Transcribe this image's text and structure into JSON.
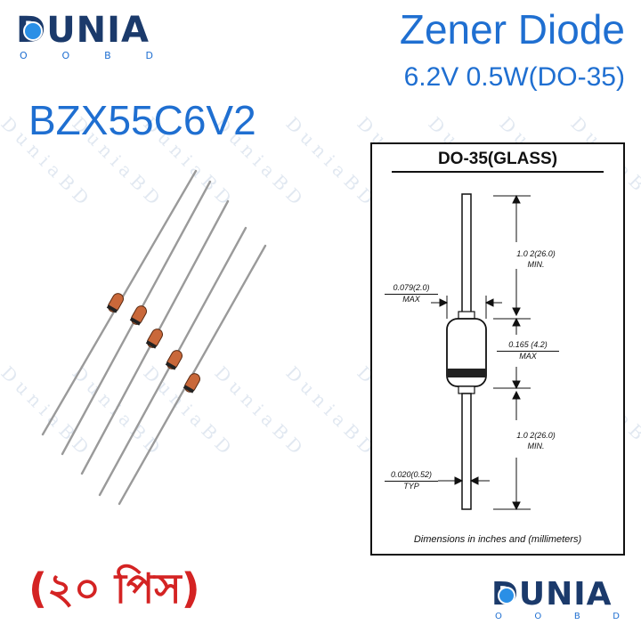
{
  "logo": {
    "name": "DUNIA",
    "sub": [
      "O",
      "O",
      "B",
      "D"
    ]
  },
  "product": {
    "name": "Zener Diode",
    "spec": "6.2V 0.5W(DO-35)",
    "part_number": "BZX55C6V2",
    "quantity": "(২০ পিস)"
  },
  "drawing": {
    "package": "DO-35(GLASS)",
    "lead_length_top": {
      "value": "1.0 2(26.0)",
      "qual": "MIN."
    },
    "lead_dia_body": {
      "value": "0.079(2.0)",
      "qual": "MAX"
    },
    "body_length": {
      "value": "0.165 (4.2)",
      "qual": "MAX"
    },
    "lead_length_bottom": {
      "value": "1.0 2(26.0)",
      "qual": "MIN."
    },
    "lead_dia": {
      "value": "0.020(0.52)",
      "qual": "TYP"
    },
    "note": "Dimensions in inches and (millimeters)"
  },
  "watermark_text": "D u n i a B D",
  "colors": {
    "title_blue": "#1f6fd1",
    "logo_navy": "#1b3a6b",
    "quantity_red": "#d42323",
    "diode_body": "#c9683a",
    "band": "#222222"
  }
}
